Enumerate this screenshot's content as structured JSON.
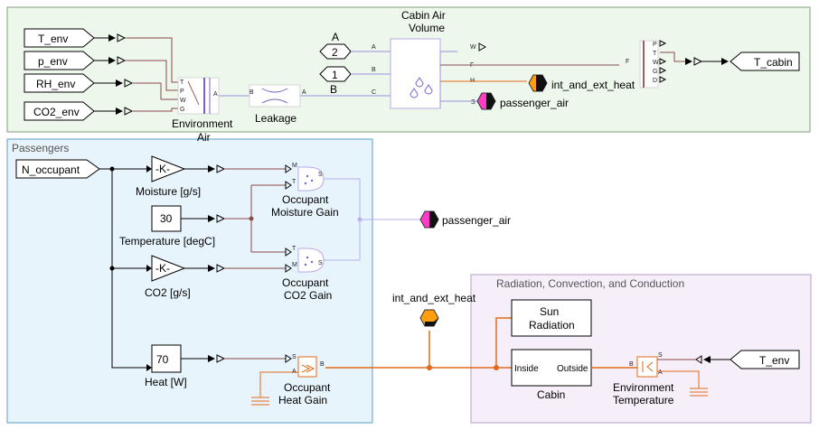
{
  "subsystems": {
    "passengers": {
      "title": "Passengers",
      "fill": "#e8f4fb",
      "stroke": "#5a9bc7"
    },
    "radiation": {
      "title": "Radiation, Convection, and Conduction",
      "fill": "#f6eef9",
      "stroke": "#b59fc6"
    },
    "top": {
      "fill": "#eef7ec",
      "stroke": "#7fa37a"
    }
  },
  "inports_top": [
    "T_env",
    "p_env",
    "RH_env",
    "CO2_env"
  ],
  "inport_n_occupant": "N_occupant",
  "inport_t_env_bottom": "T_env",
  "outport_t_cabin": "T_cabin",
  "blocks": {
    "environment_air": {
      "label_line1": "Environment",
      "label_line2": "Air",
      "ports_left": [
        "T",
        "P",
        "W",
        "G"
      ],
      "port_right": "A"
    },
    "leakage": {
      "label": "Leakage",
      "port_left": "B",
      "port_right": "A"
    },
    "cabin_volume": {
      "title_line1": "Cabin Air",
      "title_line2": "Volume",
      "ports_left": [
        "A",
        "B",
        "C"
      ],
      "ports_right": [
        "W",
        "F",
        "H",
        "S"
      ]
    },
    "connectors": {
      "c2": "2",
      "c1": "1",
      "label_a": "A",
      "label_b": "B"
    },
    "sensor_ports": [
      "P",
      "T",
      "W",
      "G",
      "D"
    ],
    "sensor_in": "F",
    "moisture_gain_k": "-K-",
    "moisture_label": "Moisture [g/s]",
    "temperature_value": "30",
    "temperature_label": "Temperature [degC]",
    "co2_gain_k": "-K-",
    "co2_label": "CO2 [g/s]",
    "heat_value": "70",
    "heat_label": "Heat [W]",
    "occ_moist_label_1": "Occupant",
    "occ_moist_label_2": "Moisture Gain",
    "occ_co2_label_1": "Occupant",
    "occ_co2_label_2": "CO2 Gain",
    "occ_heat_label_1": "Occupant",
    "occ_heat_label_2": "Heat Gain",
    "sun_radiation_1": "Sun",
    "sun_radiation_2": "Radiation",
    "cabin_label": "Cabin",
    "cabin_inside": "Inside",
    "cabin_outside": "Outside",
    "env_temp_1": "Environment",
    "env_temp_2": "Temperature",
    "mtp_ports": [
      "M",
      "T",
      "S"
    ],
    "heat_src_ports": [
      "S",
      "A",
      "B"
    ]
  },
  "tags": {
    "int_and_ext_heat": "int_and_ext_heat",
    "passenger_air": "passenger_air"
  },
  "colors": {
    "signal": "#8b4a4a",
    "moist_air": "#9a8fe0",
    "thermal": "#e06a1a",
    "heat_tag": "#ff9f10",
    "air_tag": "#ff3cc8"
  }
}
